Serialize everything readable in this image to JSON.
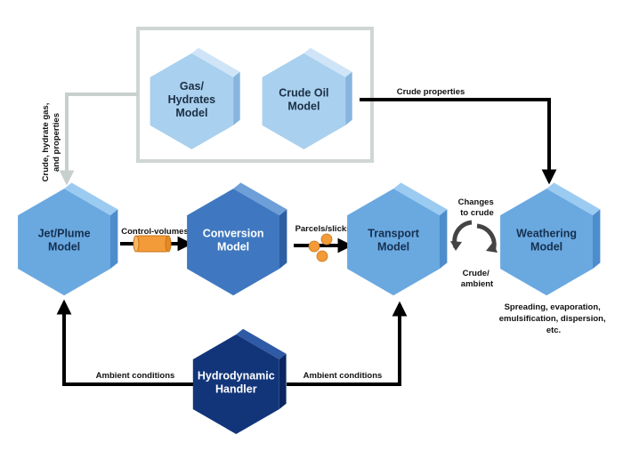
{
  "colors": {
    "light_hex": "#a9d0ee",
    "light_hex_top": "#cfe5f7",
    "light_hex_side": "#86b5dd",
    "mid_hex": "#6aa8e0",
    "mid_hex_top": "#9ccbf2",
    "mid_hex_side": "#4e8dcc",
    "conversion_hex": "#3f78c0",
    "conversion_hex_top": "#6e9fd8",
    "conversion_hex_side": "#2c5fa3",
    "dark_hex": "#12357a",
    "dark_hex_top": "#2f5aa6",
    "dark_hex_side": "#0b2560",
    "group_border": "#cfd6d3",
    "arrow": "#000000",
    "gray_arrow": "#c8d0cd",
    "tube_fill": "#f29b38",
    "particle_fill": "#f29b38"
  },
  "nodes": {
    "gas_hydrates": {
      "lines": [
        "Gas/",
        "Hydrates",
        "Model"
      ]
    },
    "crude_oil": {
      "lines": [
        "Crude Oil",
        "Model"
      ]
    },
    "jet_plume": {
      "lines": [
        "Jet/Plume",
        "Model"
      ]
    },
    "conversion": {
      "lines": [
        "Conversion",
        "Model"
      ]
    },
    "transport": {
      "lines": [
        "Transport",
        "Model"
      ]
    },
    "weathering": {
      "lines": [
        "Weathering",
        "Model"
      ]
    },
    "hydrodynamic": {
      "lines": [
        "Hydrodynamic",
        "Handler"
      ]
    }
  },
  "edges": {
    "crude_hydrate_gas": {
      "lines": [
        "Crude, hydrate gas,",
        "and properties"
      ]
    },
    "crude_properties": {
      "text": "Crude properties"
    },
    "control_volumes": {
      "text": "Control-volumes"
    },
    "parcels_slicks": {
      "text": "Parcels/slicks"
    },
    "changes_to_crude": {
      "lines": [
        "Changes",
        "to crude"
      ]
    },
    "crude_ambient": {
      "lines": [
        "Crude/",
        "ambient"
      ]
    },
    "ambient_left": {
      "text": "Ambient conditions"
    },
    "ambient_right": {
      "text": "Ambient conditions"
    }
  },
  "notes": {
    "weathering_processes": {
      "lines": [
        "Spreading, evaporation,",
        "emulsification, dispersion,",
        "etc."
      ]
    }
  }
}
